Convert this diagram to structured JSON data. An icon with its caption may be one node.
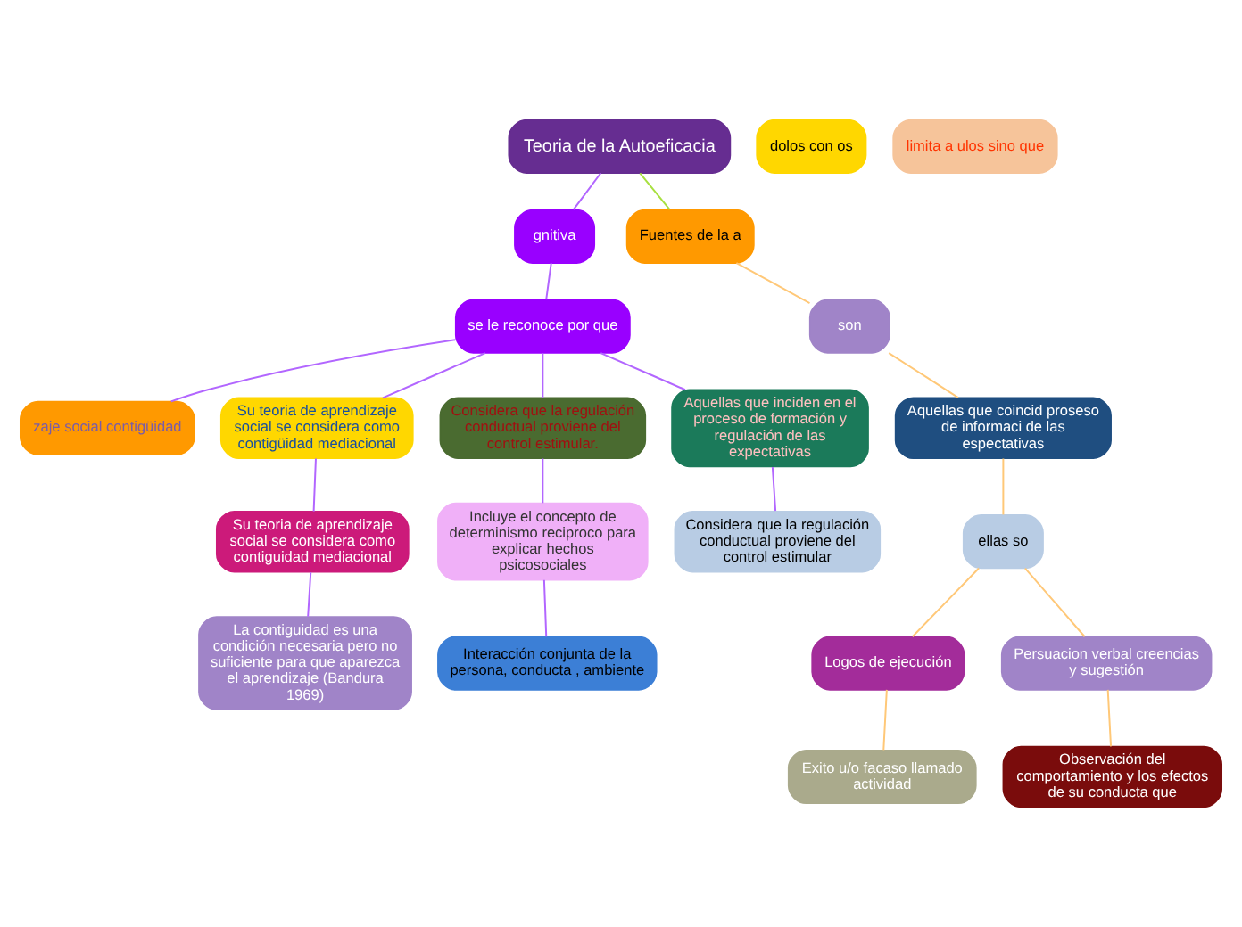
{
  "diagram": {
    "nodes": [
      {
        "text": [
          "Teoria de la Autoeficacia"
        ]
      },
      {
        "text": [
          "gnitiva"
        ]
      },
      {
        "text": [
          "se le reconoce por que"
        ]
      },
      {
        "text": [
          "zaje social contigüidad"
        ]
      },
      {
        "text": [
          "Su teoria de aprendizaje social se considera como contigüidad mediacional"
        ]
      },
      {
        "text": [
          "Considera que la regulación conductual proviene del control estimular."
        ]
      },
      {
        "text": [
          "Aquellas que inciden en el proceso de formación y regulación de las expectativas"
        ]
      },
      {
        "text": [
          "dolos con os"
        ]
      },
      {
        "text": [
          "Su teoria de aprendizaje social se considera como contiguidad mediacional"
        ]
      },
      {
        "text": [
          "Incluye el concepto de determinismo reciproco para explicar hechos psicosociales"
        ]
      },
      {
        "text": [
          "Considera que la regulación conductual proviene del control estimular"
        ]
      },
      {
        "text": [
          "limita a ulos sino que"
        ]
      },
      {
        "text": [
          "La contiguidad es una condición necesaria pero no suficiente para que aparezca el aprendizaje (Bandura 1969)"
        ]
      },
      {
        "text": [
          "Interacción conjunta de la persona, conducta , ambiente"
        ]
      },
      {
        "text": [
          "Fuentes de la a"
        ]
      },
      {
        "text": [
          "son"
        ]
      },
      {
        "text": [
          "Aquellas que coincid proseso de informaci de las espectativas"
        ]
      },
      {
        "text": [
          "ellas so"
        ]
      },
      {
        "text": [
          "Logos de ejecución"
        ]
      },
      {
        "text": [
          "Persuacion verbal creencias y sugestión"
        ]
      },
      {
        "text": [
          "Exito u/o facaso llamado actividad"
        ]
      },
      {
        "text": [
          "Observación del comportamiento y los efectos de su conducta que"
        ]
      }
    ],
    "edges": [
      {
        "from": 0,
        "to": 1,
        "arrow": "none"
      },
      {
        "from": 0,
        "to": 14,
        "arrow": "none",
        "color": "#a8e040"
      },
      {
        "from": 1,
        "to": 2,
        "arrow": "none"
      },
      {
        "from": 2,
        "to": 3,
        "arrow": "none"
      },
      {
        "from": 2,
        "to": 4,
        "arrow": "none"
      },
      {
        "from": 2,
        "to": 5,
        "arrow": "none"
      },
      {
        "from": 2,
        "to": 6,
        "arrow": "none"
      },
      {
        "from": 4,
        "to": 8,
        "arrow": "none"
      },
      {
        "from": 5,
        "to": 9,
        "arrow": "none"
      },
      {
        "from": 6,
        "to": 10,
        "arrow": "none"
      },
      {
        "from": 8,
        "to": 12,
        "arrow": "none"
      },
      {
        "from": 9,
        "to": 13,
        "arrow": "none"
      },
      {
        "from": 14,
        "to": 15,
        "arrow": "none",
        "color": "#ffc878"
      },
      {
        "from": 15,
        "to": 16,
        "arrow": "none",
        "color": "#ffc878"
      },
      {
        "from": 16,
        "to": 17,
        "arrow": "none",
        "color": "#ffc878"
      },
      {
        "from": 17,
        "to": 18,
        "arrow": "none",
        "color": "#ffc878"
      },
      {
        "from": 17,
        "to": 19,
        "arrow": "none",
        "color": "#ffc878"
      },
      {
        "from": 18,
        "to": 20,
        "arrow": "none",
        "color": "#ffc878"
      },
      {
        "from": 19,
        "to": 21,
        "arrow": "none",
        "color": "#ffc878"
      }
    ]
  }
}
